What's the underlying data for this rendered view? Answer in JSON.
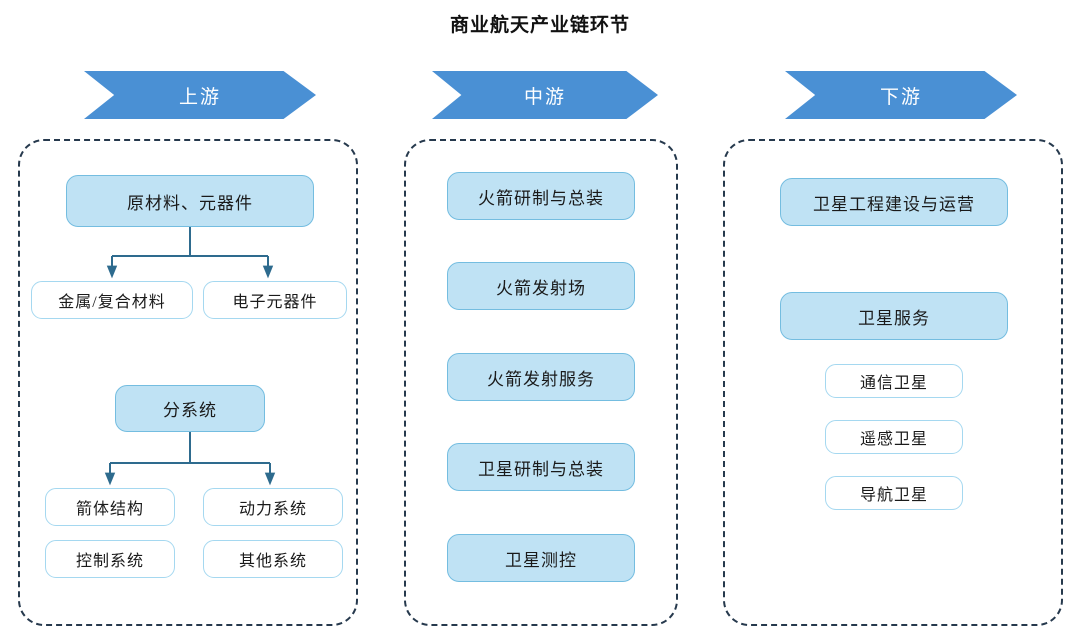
{
  "title": "商业航天产业链环节",
  "theme": {
    "banner_fill": "#4a90d4",
    "banner_text": "#ffffff",
    "node_fill": "#bfe2f4",
    "node_border": "#74bde0",
    "outline_node_fill": "#ffffff",
    "outline_node_border": "#a5d8f0",
    "container_border": "#26394d",
    "connector": "#2e6b8e",
    "text": "#1a1a1a"
  },
  "banners": {
    "upstream": "上游",
    "midstream": "中游",
    "downstream": "下游"
  },
  "upstream": {
    "raw_materials": "原材料、元器件",
    "metal_composite": "金属/复合材料",
    "electronic_components": "电子元器件",
    "subsystem": "分系统",
    "rocket_body_structure": "箭体结构",
    "power_system": "动力系统",
    "control_system": "控制系统",
    "other_system": "其他系统"
  },
  "midstream": {
    "rocket_rd_assembly": "火箭研制与总装",
    "rocket_launch_site": "火箭发射场",
    "rocket_launch_service": "火箭发射服务",
    "satellite_rd_assembly": "卫星研制与总装",
    "satellite_tracking": "卫星测控"
  },
  "downstream": {
    "satellite_engineering": "卫星工程建设与运营",
    "satellite_service": "卫星服务",
    "communication_satellite": "通信卫星",
    "remote_sensing_satellite": "遥感卫星",
    "navigation_satellite": "导航卫星"
  },
  "chart_data": {
    "type": "diagram",
    "title": "商业航天产业链环节",
    "columns": [
      {
        "stage": "上游",
        "nodes": [
          {
            "label": "原材料、元器件",
            "style": "filled",
            "level": 1
          },
          {
            "label": "金属/复合材料",
            "style": "outline",
            "level": 2,
            "parent": "原材料、元器件"
          },
          {
            "label": "电子元器件",
            "style": "outline",
            "level": 2,
            "parent": "原材料、元器件"
          },
          {
            "label": "分系统",
            "style": "filled",
            "level": 1
          },
          {
            "label": "箭体结构",
            "style": "outline",
            "level": 2,
            "parent": "分系统"
          },
          {
            "label": "动力系统",
            "style": "outline",
            "level": 2,
            "parent": "分系统"
          },
          {
            "label": "控制系统",
            "style": "outline",
            "level": 2,
            "parent": "分系统"
          },
          {
            "label": "其他系统",
            "style": "outline",
            "level": 2,
            "parent": "分系统"
          }
        ]
      },
      {
        "stage": "中游",
        "nodes": [
          {
            "label": "火箭研制与总装",
            "style": "filled",
            "level": 1
          },
          {
            "label": "火箭发射场",
            "style": "filled",
            "level": 1
          },
          {
            "label": "火箭发射服务",
            "style": "filled",
            "level": 1
          },
          {
            "label": "卫星研制与总装",
            "style": "filled",
            "level": 1
          },
          {
            "label": "卫星测控",
            "style": "filled",
            "level": 1
          }
        ]
      },
      {
        "stage": "下游",
        "nodes": [
          {
            "label": "卫星工程建设与运营",
            "style": "filled",
            "level": 1
          },
          {
            "label": "卫星服务",
            "style": "filled",
            "level": 1
          },
          {
            "label": "通信卫星",
            "style": "outline",
            "level": 2,
            "parent": "卫星服务"
          },
          {
            "label": "遥感卫星",
            "style": "outline",
            "level": 2,
            "parent": "卫星服务"
          },
          {
            "label": "导航卫星",
            "style": "outline",
            "level": 2,
            "parent": "卫星服务"
          }
        ]
      }
    ]
  }
}
